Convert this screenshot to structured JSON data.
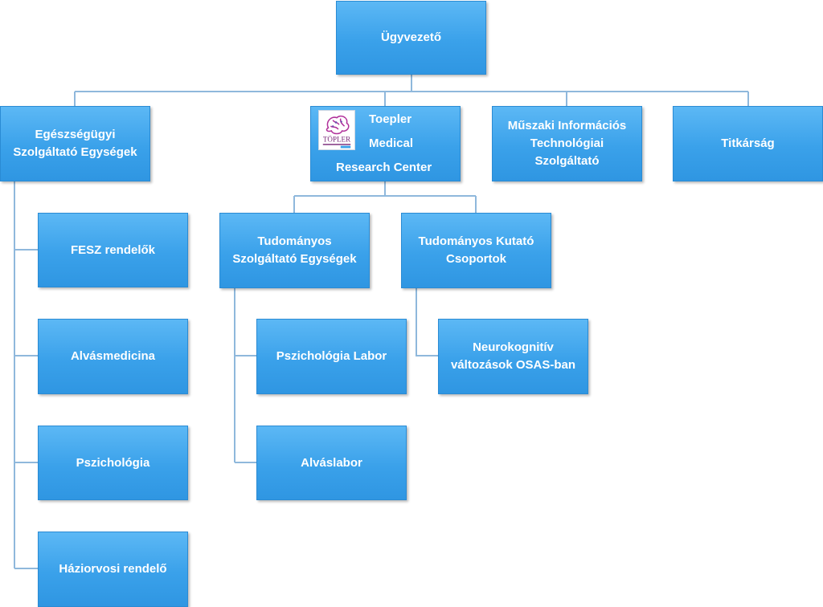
{
  "nodes": {
    "ceo": "Ügyvezető",
    "health_units": "Egészségügyi\nSzolgáltató Egységek",
    "toepler": {
      "line1": "Toepler",
      "line2": "Medical",
      "line3": "Research Center"
    },
    "it_services": "Műszaki Információs\nTechnológiai\nSzolgáltató",
    "secretariat": "Titkárság",
    "fesz": "FESZ rendelők",
    "sleep_medicine": "Alvásmedicina",
    "psychology": "Pszichológia",
    "gp_office": "Háziorvosi rendelő",
    "sci_service_units": "Tudományos\nSzolgáltató Egységek",
    "research_groups": "Tudományos Kutató\nCsoportok",
    "psych_lab": "Pszichológia Labor",
    "sleep_lab": "Alváslabor",
    "neurocog": "Neurokognitív\nváltozások OSAS-ban"
  },
  "logo": {
    "text": "TÖPLER"
  },
  "colors": {
    "box": "#3aa1ea",
    "connector": "#8fb8dc",
    "text": "#ffffff"
  }
}
